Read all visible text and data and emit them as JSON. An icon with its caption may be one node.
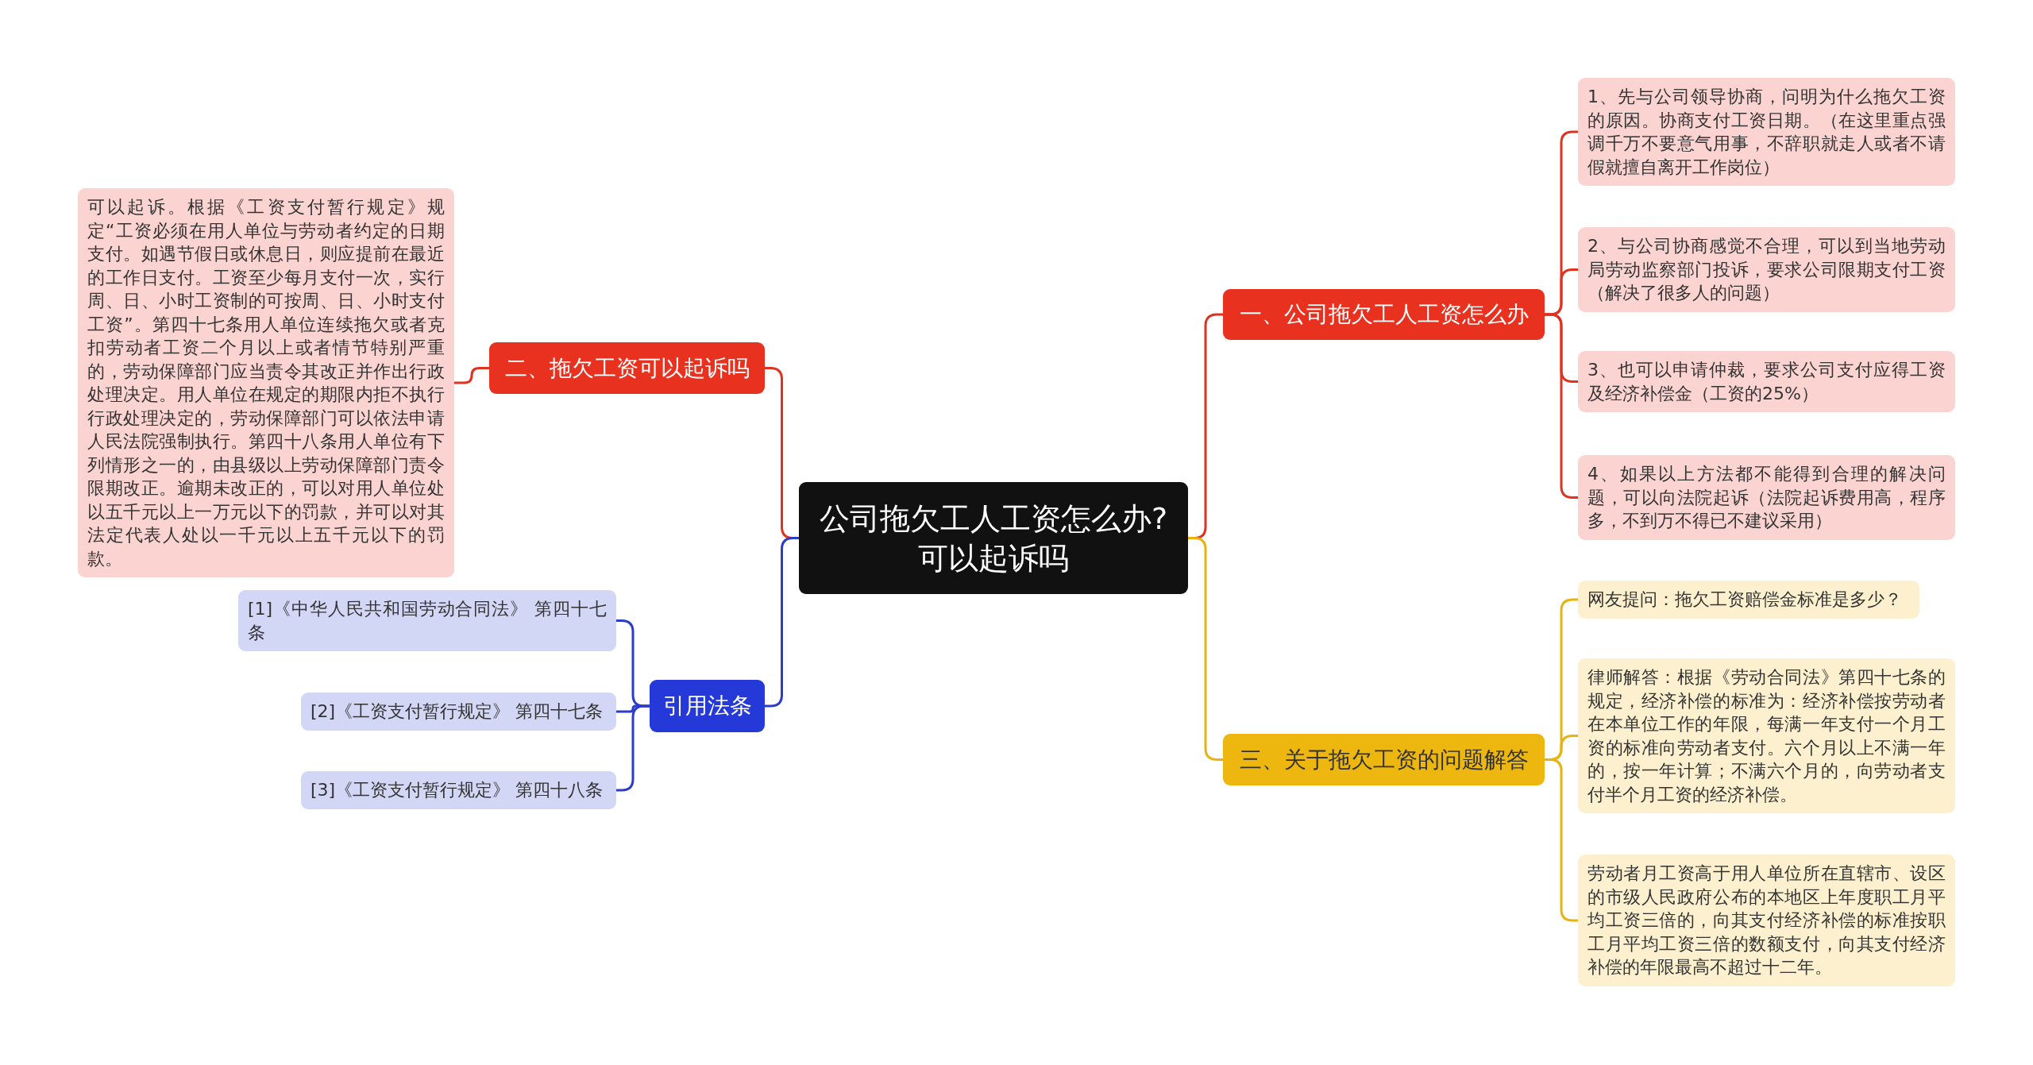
{
  "diagram": {
    "nodes": [
      {
        "text": [
          "公司拖欠工人工资怎么办?可以起诉吗"
        ]
      },
      {
        "text": [
          "一、公司拖欠工人工资怎么办"
        ]
      },
      {
        "text": [
          "1、先与公司领导协商，问明为什么拖欠工资的原因。协商支付工资日期。（在这里重点强调千万不要意气用事，不辞职就走人或者不请假就擅自离开工作岗位）"
        ]
      },
      {
        "text": [
          "2、与公司协商感觉不合理，可以到当地劳动局劳动监察部门投诉，要求公司限期支付工资（解决了很多人的问题）"
        ]
      },
      {
        "text": [
          "3、也可以申请仲裁，要求公司支付应得工资及经济补偿金（工资的25%）"
        ]
      },
      {
        "text": [
          "4、如果以上方法都不能得到合理的解决问题，可以向法院起诉（法院起诉费用高，程序多，不到万不得已不建议采用）"
        ]
      },
      {
        "text": [
          "二、拖欠工资可以起诉吗"
        ]
      },
      {
        "text": [
          "可以起诉。根据《工资支付暂行规定》规定“工资必须在用人单位与劳动者约定的日期支付。如遇节假日或休息日，则应提前在最近的工作日支付。工资至少每月支付一次，实行周、日、小时工资制的可按周、日、小时支付工资”。第四十七条用人单位连续拖欠或者克扣劳动者工资二个月以上或者情节特别严重的，劳动保障部门应当责令其改正并作出行政处理决定。用人单位在规定的期限内拒不执行行政处理决定的，劳动保障部门可以依法申请人民法院强制执行。第四十八条用人单位有下列情形之一的，由县级以上劳动保障部门责令限期改正。逾期未改正的，可以对用人单位处以五千元以上一万元以下的罚款，并可以对其法定代表人处以一千元以上五千元以下的罚款。"
        ]
      },
      {
        "text": [
          "三、关于拖欠工资的问题解答"
        ]
      },
      {
        "text": [
          "网友提问：拖欠工资赔偿金标准是多少？"
        ]
      },
      {
        "text": [
          "律师解答：根据《劳动合同法》第四十七条的规定，经济补偿的标准为：经济补偿按劳动者在本单位工作的年限，每满一年支付一个月工资的标准向劳动者支付。六个月以上不满一年的，按一年计算；不满六个月的，向劳动者支付半个月工资的经济补偿。"
        ]
      },
      {
        "text": [
          "劳动者月工资高于用人单位所在直辖市、设区的市级人民政府公布的本地区上年度职工月平均工资三倍的，向其支付经济补偿的标准按职工月平均工资三倍的数额支付，向其支付经济补偿的年限最高不超过十二年。"
        ]
      },
      {
        "text": [
          "引用法条"
        ]
      },
      {
        "text": [
          "[1]《中华人民共和国劳动合同法》 第四十七条"
        ]
      },
      {
        "text": [
          "[2]《工资支付暂行规定》 第四十七条"
        ]
      },
      {
        "text": [
          "[3]《工资支付暂行规定》 第四十八条"
        ]
      }
    ],
    "edges": [
      {
        "from": 0,
        "to": 1,
        "arrow": "none"
      },
      {
        "from": 1,
        "to": 2,
        "arrow": "none"
      },
      {
        "from": 1,
        "to": 3,
        "arrow": "none"
      },
      {
        "from": 1,
        "to": 4,
        "arrow": "none"
      },
      {
        "from": 1,
        "to": 5,
        "arrow": "none"
      },
      {
        "from": 0,
        "to": 6,
        "arrow": "none"
      },
      {
        "from": 6,
        "to": 7,
        "arrow": "none"
      },
      {
        "from": 0,
        "to": 8,
        "arrow": "none",
        "color": "#e8b20f"
      },
      {
        "from": 8,
        "to": 9,
        "arrow": "none",
        "color": "#e8b20f"
      },
      {
        "from": 8,
        "to": 10,
        "arrow": "none",
        "color": "#e8b20f"
      },
      {
        "from": 8,
        "to": 11,
        "arrow": "none",
        "color": "#e8b20f"
      },
      {
        "from": 0,
        "to": 12,
        "arrow": "none",
        "color": "#2a3cc8"
      },
      {
        "from": 12,
        "to": 13,
        "arrow": "none",
        "color": "#2a3cc8"
      },
      {
        "from": 12,
        "to": 14,
        "arrow": "none",
        "color": "#2a3cc8"
      },
      {
        "from": 12,
        "to": 15,
        "arrow": "none",
        "color": "#2a3cc8"
      }
    ]
  }
}
